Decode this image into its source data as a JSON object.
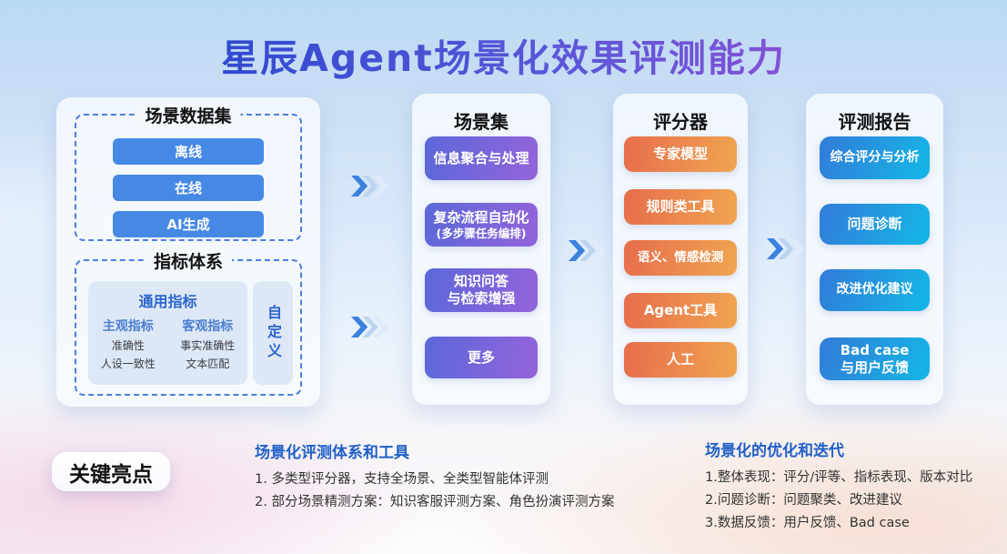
{
  "title": "星辰Agent场景化效果评测能力",
  "badge": "关键亮点",
  "columns": {
    "data": {
      "dataset": {
        "title": "场景数据集",
        "items": [
          "离线",
          "在线",
          "AI生成"
        ]
      },
      "metrics": {
        "title": "指标体系",
        "general": {
          "title": "通用指标",
          "groups": [
            {
              "header": "主观指标",
              "items": [
                "准确性",
                "人设一致性"
              ]
            },
            {
              "header": "客观指标",
              "items": [
                "事实准确性",
                "文本匹配"
              ]
            }
          ]
        },
        "custom": "自定义"
      }
    },
    "scenarios": {
      "title": "场景集",
      "items": [
        {
          "label": "信息聚合与处理",
          "sub": ""
        },
        {
          "label": "复杂流程自动化",
          "sub": "(多步骤任务编排)"
        },
        {
          "label": "知识问答\n与检索增强",
          "sub": ""
        },
        {
          "label": "更多",
          "sub": ""
        }
      ]
    },
    "scorers": {
      "title": "评分器",
      "items": [
        "专家模型",
        "规则类工具",
        "语义、情感检测",
        "Agent工具",
        "人工"
      ]
    },
    "reports": {
      "title": "评测报告",
      "items": [
        "综合评分与分析",
        "问题诊断",
        "改进优化建议",
        "Bad case\n与用户反馈"
      ]
    }
  },
  "footer": {
    "left": {
      "heading": "场景化评测体系和工具",
      "items": [
        "1. 多类型评分器，支持全场景、全类型智能体评测",
        "2. 部分场景精测方案：知识客服评测方案、角色扮演评测方案"
      ]
    },
    "right": {
      "heading": "场景化的优化和迭代",
      "items": [
        "1.整体表现：评分/评等、指标表现、版本对比",
        "2.问题诊断：问题聚类、改进建议",
        "3.数据反馈：用户反馈、Bad case"
      ]
    }
  },
  "icons": {
    "flow_arrow": "double-chevron-right"
  },
  "colors": {
    "title_gradient": [
      "#2b49d0",
      "#8c50d5"
    ],
    "blue_button": "#4689e5",
    "purple_gradient": [
      "#5e68d9",
      "#9164da"
    ],
    "orange_gradient": [
      "#e7704b",
      "#f0a251"
    ],
    "cyan_gradient": [
      "#2f80da",
      "#17b2e5"
    ],
    "dashed_border": "#4a7fe0",
    "footer_heading": "#2160c8",
    "arrow_blue": "#3b82e0"
  }
}
